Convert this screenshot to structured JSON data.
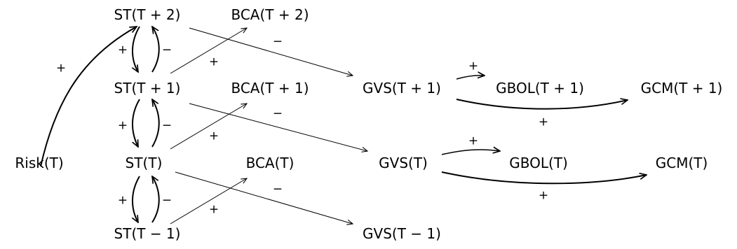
{
  "nodes": [
    {
      "id": "st_t2",
      "label": "ST(T + 2)"
    },
    {
      "id": "bca_t2",
      "label": "BCA(T + 2)"
    },
    {
      "id": "st_t1",
      "label": "ST(T + 1)"
    },
    {
      "id": "bca_t1",
      "label": "BCA(T + 1)"
    },
    {
      "id": "gvs_t1",
      "label": "GVS(T + 1)"
    },
    {
      "id": "gbol_t1",
      "label": "GBOL(T + 1)"
    },
    {
      "id": "gcm_t1",
      "label": "GCM(T + 1)"
    },
    {
      "id": "risk_t",
      "label": "Risk(T)"
    },
    {
      "id": "st_t",
      "label": "ST(T)"
    },
    {
      "id": "bca_t",
      "label": "BCA(T)"
    },
    {
      "id": "gvs_t",
      "label": "GVS(T)"
    },
    {
      "id": "gbol_t",
      "label": "GBOL(T)"
    },
    {
      "id": "gcm_t",
      "label": "GCM(T)"
    },
    {
      "id": "st_tm1",
      "label": "ST(T − 1)"
    },
    {
      "id": "gvs_tm1",
      "label": "GVS(T − 1)"
    }
  ],
  "edges": [
    {
      "id": "risk_to_st_t2",
      "from": "risk_t",
      "to": "st_t2",
      "sign": "+"
    },
    {
      "id": "st_t2_to_st_t1",
      "from": "st_t2",
      "to": "st_t1",
      "sign": "+"
    },
    {
      "id": "st_t1_to_st_t2",
      "from": "st_t1",
      "to": "st_t2",
      "sign": "−"
    },
    {
      "id": "st_t1_to_bca_t2",
      "from": "st_t1",
      "to": "bca_t2",
      "sign": "+"
    },
    {
      "id": "st_t2_to_gvs_t1",
      "from": "st_t2",
      "to": "gvs_t1",
      "sign": "−"
    },
    {
      "id": "st_t1_to_st_t",
      "from": "st_t1",
      "to": "st_t",
      "sign": "+"
    },
    {
      "id": "st_t_to_st_t1",
      "from": "st_t",
      "to": "st_t1",
      "sign": "−"
    },
    {
      "id": "st_t_to_bca_t1",
      "from": "st_t",
      "to": "bca_t1",
      "sign": "+"
    },
    {
      "id": "st_t1_to_gvs_t",
      "from": "st_t1",
      "to": "gvs_t",
      "sign": "−"
    },
    {
      "id": "st_t_to_st_tm1",
      "from": "st_t",
      "to": "st_tm1",
      "sign": "+"
    },
    {
      "id": "st_tm1_to_st_t",
      "from": "st_tm1",
      "to": "st_t",
      "sign": "−"
    },
    {
      "id": "st_tm1_to_bca_t",
      "from": "st_tm1",
      "to": "bca_t",
      "sign": "+"
    },
    {
      "id": "st_t_to_gvs_tm1",
      "from": "st_t",
      "to": "gvs_tm1",
      "sign": "−"
    },
    {
      "id": "gvs_t1_to_gbol_t1",
      "from": "gvs_t1",
      "to": "gbol_t1",
      "sign": "+"
    },
    {
      "id": "gvs_t1_to_gcm_t1",
      "from": "gvs_t1",
      "to": "gcm_t1",
      "sign": "+"
    },
    {
      "id": "gvs_t_to_gbol_t",
      "from": "gvs_t",
      "to": "gbol_t",
      "sign": "+"
    },
    {
      "id": "gvs_t_to_gcm_t",
      "from": "gvs_t",
      "to": "gcm_t",
      "sign": "+"
    }
  ]
}
